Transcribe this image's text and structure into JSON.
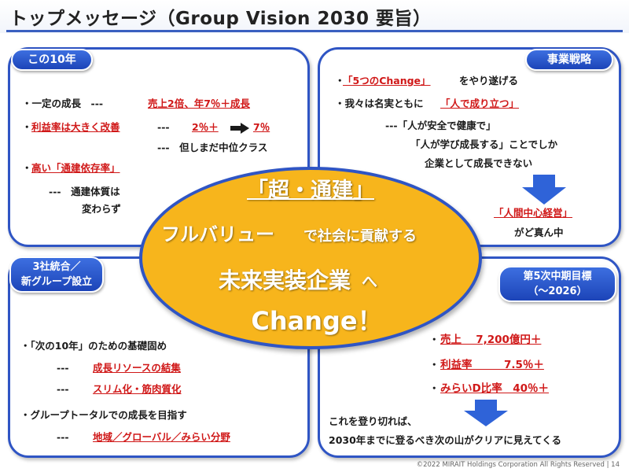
{
  "header": {
    "title": "トップメッセージ（Group Vision 2030 要旨）"
  },
  "top_left": {
    "label": "この10年",
    "lines": {
      "l1a": "・一定の成長　---",
      "l1b": "売上2倍、年7％＋成長",
      "l2a": "・",
      "l2b": "利益率は大きく改善",
      "l2c": "---",
      "l2d": "2％＋",
      "l2e": "7％",
      "l3": "---　但しまだ中位クラス",
      "l4a": "・",
      "l4b": "高い「通建依存率」",
      "l5a": "---　通建体質は",
      "l5b": "変わらず"
    }
  },
  "top_right": {
    "label": "事業戦略",
    "lines": {
      "l1a": "・",
      "l1b": "「5つのChange」",
      "l1c": "をやり遂げる",
      "l2a": "・我々は名実ともに",
      "l2b": "「人で成り立つ」",
      "l3": "---「人が安全で健康で」",
      "l4": "「人が学び成長する」ことでしか",
      "l5": "企業として成長できない",
      "l6": "「人間中心経営」",
      "l7": "がど真ん中"
    }
  },
  "bottom_left": {
    "label_line1": "3社統合／",
    "label_line2": "新グループ設立",
    "lines": {
      "l1": "・「次の10年」のための基礎固め",
      "l2a": "---",
      "l2b": "成長リソースの結集",
      "l3a": "---",
      "l3b": "スリム化・筋肉質化",
      "l4": "・グループトータルでの成長を目指す",
      "l5a": "---",
      "l5b": "地域／グローバル／みらい分野"
    }
  },
  "bottom_right": {
    "label_line1": "第5次中期目標",
    "label_line2": "（～2026）",
    "lines": {
      "l1a": "・",
      "l1b": "売上　 7,200億円＋",
      "l2a": "・",
      "l2b": "利益率　　　7.5％＋",
      "l3a": "・",
      "l3b": "みらいD比率　40％＋",
      "l4": "これを登り切れば、",
      "l5": "2030年までに登るべき次の山がクリアに見えてくる"
    }
  },
  "center": {
    "line1": "「超・通建」",
    "line2a": "フルバリュー",
    "line2b": "で社会に貢献する",
    "line3a": "未来実装企業",
    "line3b": "へ",
    "line4": "Change！"
  },
  "footer": {
    "text": "©2022 MIRAIT Holdings Corporation All Rights Reserved  |  14"
  },
  "colors": {
    "panel_border": "#2f55c4",
    "pill": "#2a55d0",
    "accent_red": "#d01818",
    "ellipse": "#f7b51c",
    "arrow": "#2f63d8"
  }
}
